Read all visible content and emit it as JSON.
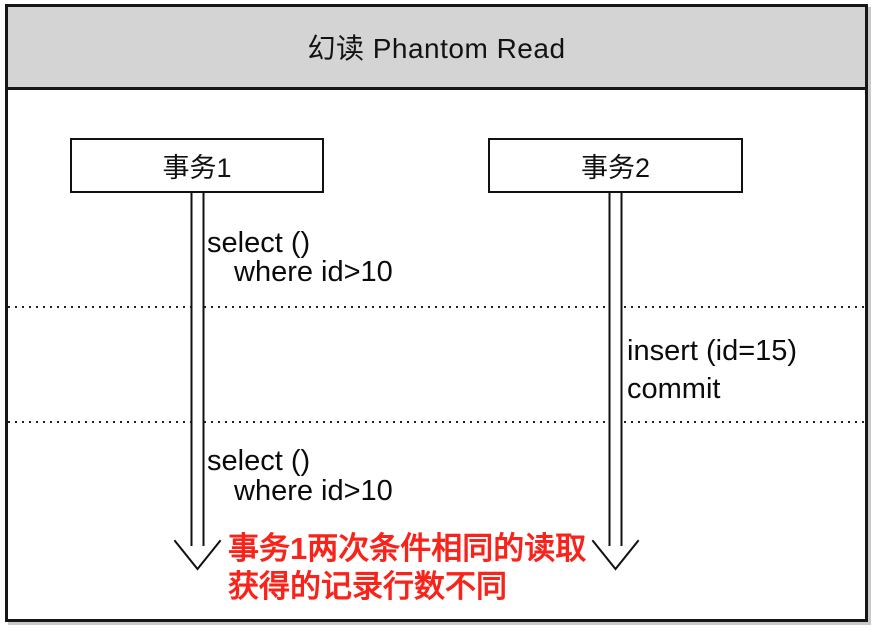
{
  "title": "幻读 Phantom Read",
  "transactions": {
    "t1": {
      "label": "事务1"
    },
    "t2": {
      "label": "事务2"
    }
  },
  "operations": {
    "select_first": {
      "line1": "select ()",
      "line2": "where id>10"
    },
    "insert_commit": {
      "line1": "insert (id=15)",
      "line2": "commit"
    },
    "select_second": {
      "line1": "select ()",
      "line2": "where id>10"
    }
  },
  "annotation": {
    "line1": "事务1两次条件相同的读取",
    "line2": "获得的记录行数不同"
  },
  "colors": {
    "titlebar_bg": "#d4d4d4",
    "frame_border": "#161616",
    "annotation_text": "#f8231a",
    "text": "#0b0b0b"
  }
}
